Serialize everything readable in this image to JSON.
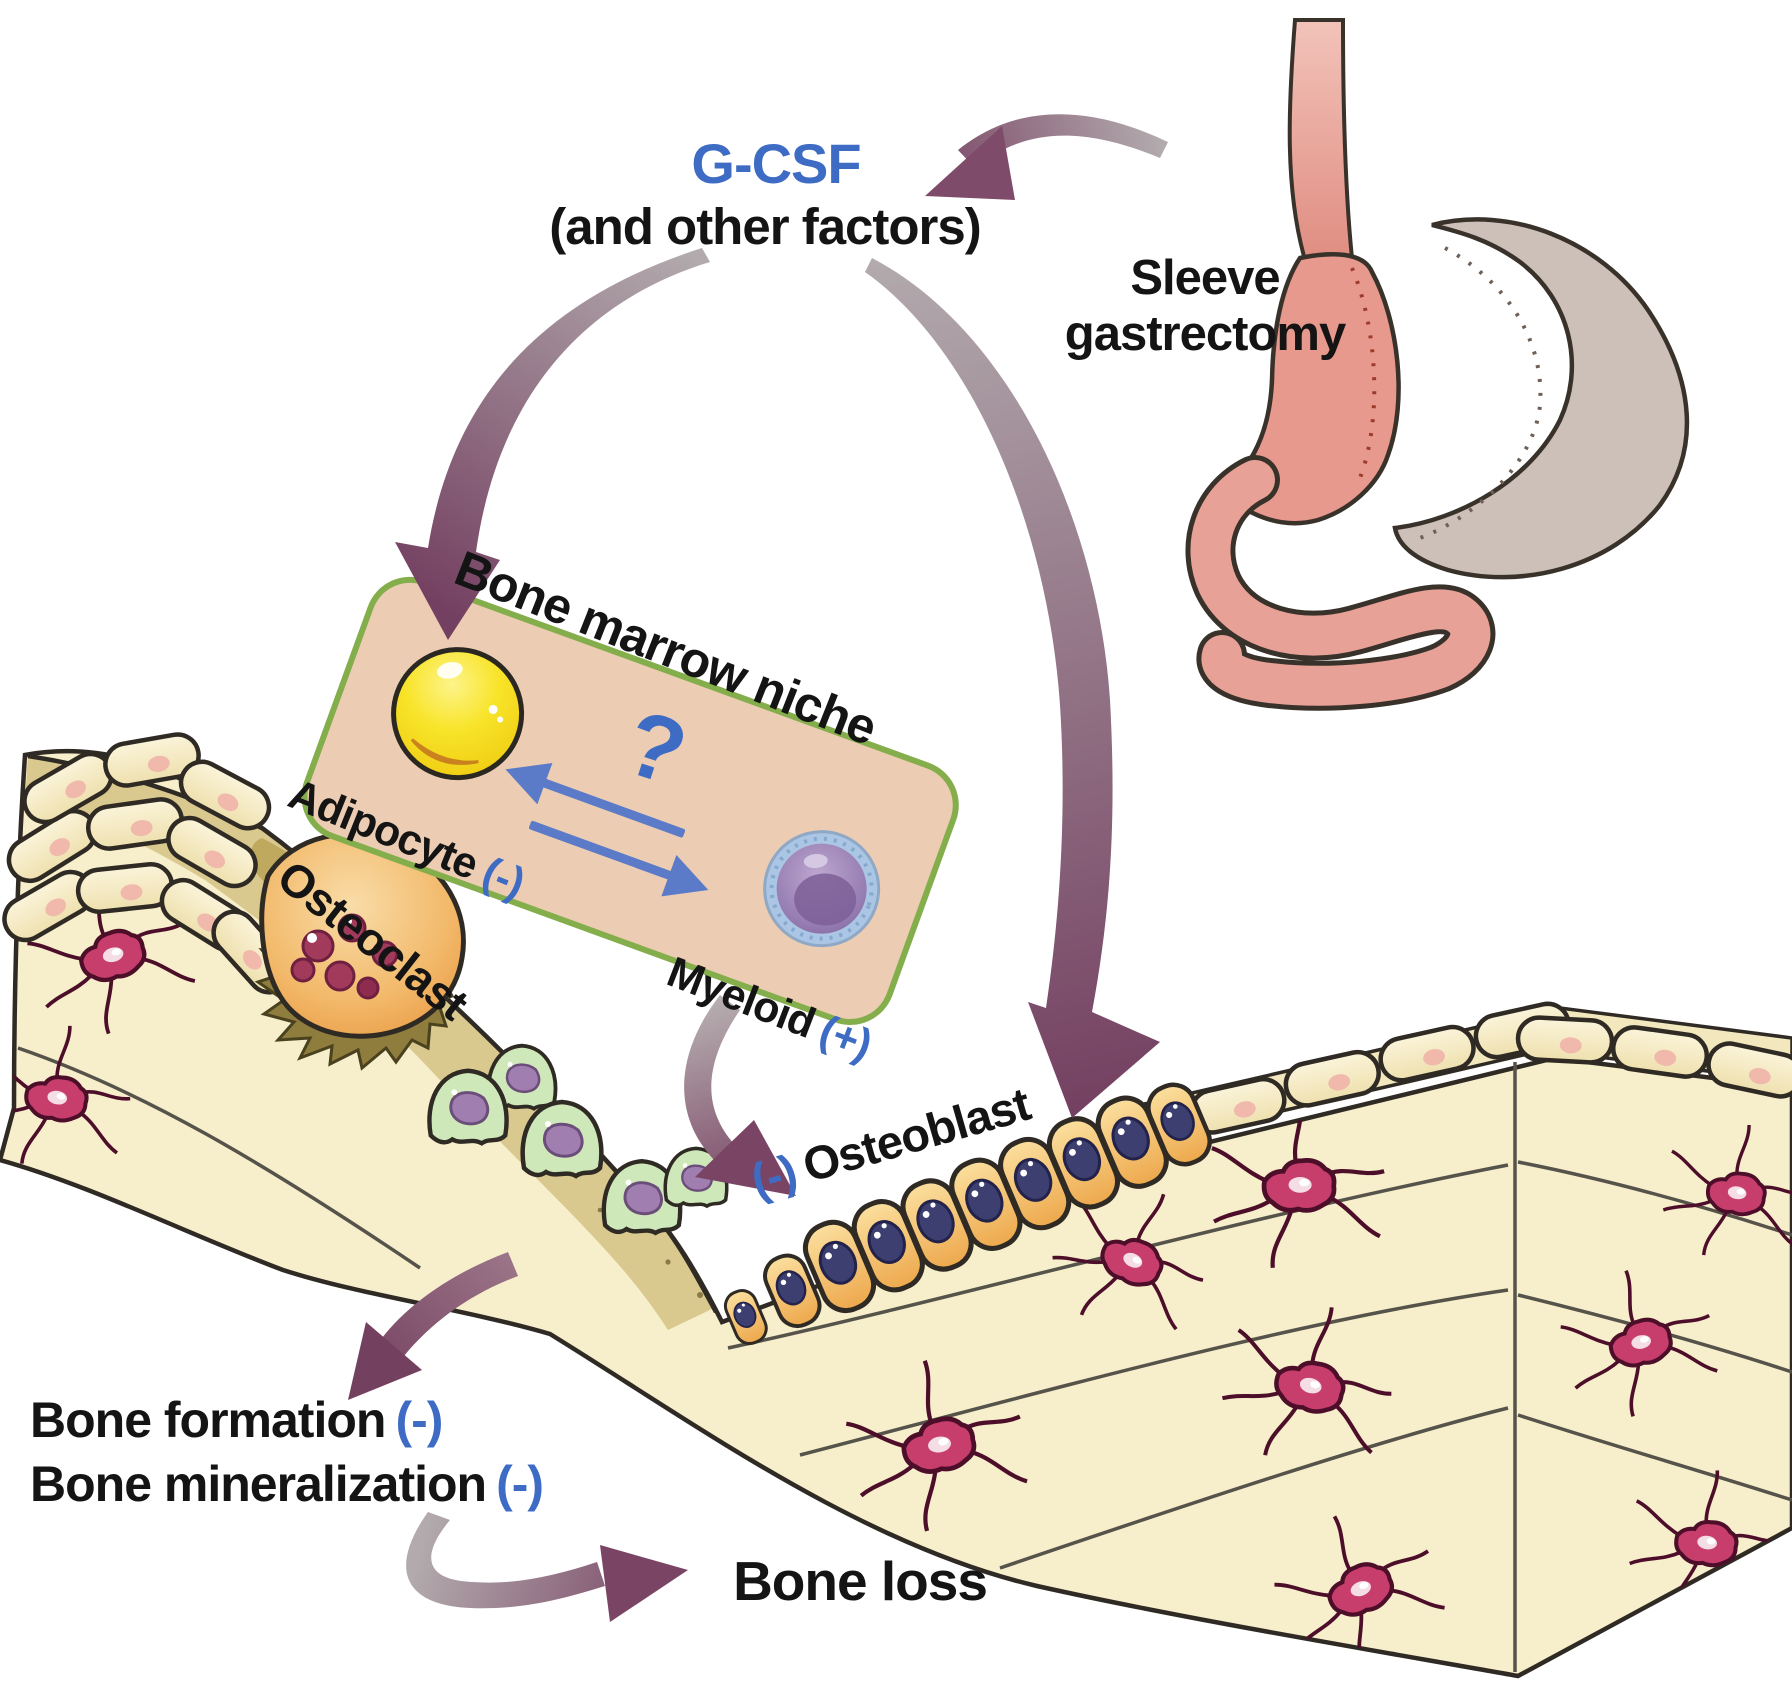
{
  "figure": {
    "gcsf": "G-CSF",
    "gcsf_note": "(and other factors)",
    "sleeve_line1": "Sleeve",
    "sleeve_line2": "gastrectomy",
    "niche_title": "Bone marrow niche",
    "adipocyte": "Adipocyte",
    "adipocyte_sign": "(-)",
    "uncertainty": "?",
    "myeloid": "Myeloid",
    "myeloid_sign": "(+)",
    "osteoclast": "Osteoclast",
    "osteoblast_sign": "(-)",
    "osteoblast": "Osteoblast",
    "bone_formation": "Bone formation",
    "bone_formation_sign": "(-)",
    "bone_mineralization": "Bone mineralization",
    "bone_mineralization_sign": "(-)",
    "bone_loss": "Bone loss"
  },
  "colors": {
    "label_blue": "#3e6cc4",
    "text_black": "#141414",
    "arrow_gray": "#b2aaad",
    "arrow_purple": "#744061",
    "niche_fill": "#eccdb3",
    "niche_border": "#84ad4b",
    "adipocyte_yellow": "#f6df17",
    "myeloid_purple": "#8f76ad",
    "bone_cream": "#f7eecb",
    "bone_band_tan": "#d9c98f",
    "osteocyte_magenta": "#c73e6c",
    "osteoclast_orange": "#eda24c",
    "reversal_cell_green": "#cfe8ba",
    "osteoblast_orange": "#efaf52",
    "nucleus_navy": "#3c3f70",
    "stomach_pink": "#e8998e",
    "removed_stomach_gray": "#cdc0b8"
  }
}
